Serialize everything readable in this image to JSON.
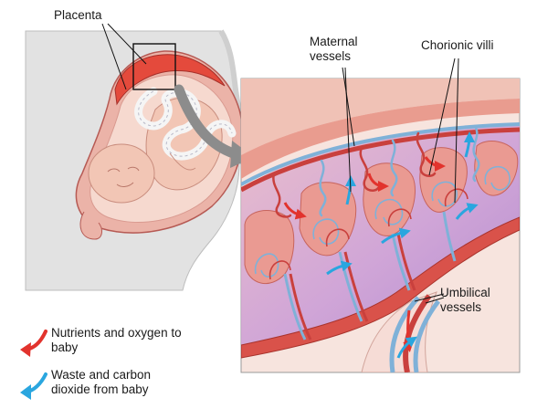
{
  "labels": {
    "placenta": "Placenta",
    "maternal_vessels": "Maternal vessels",
    "chorionic_villi": "Chorionic villi",
    "umbilical_vessels": "Umbilical vessels"
  },
  "legend": {
    "nutrients": "Nutrients and oxygen to baby",
    "waste": "Waste and carbon dioxide from baby"
  },
  "colors": {
    "nutrient_arrow": "#e2332d",
    "waste_arrow": "#2aa6df",
    "artery": "#c9403d",
    "vein": "#7fb1d8",
    "tissue": "#eaaaa0",
    "skin": "#f3cfc3",
    "body_background": "#e2e2e2"
  }
}
